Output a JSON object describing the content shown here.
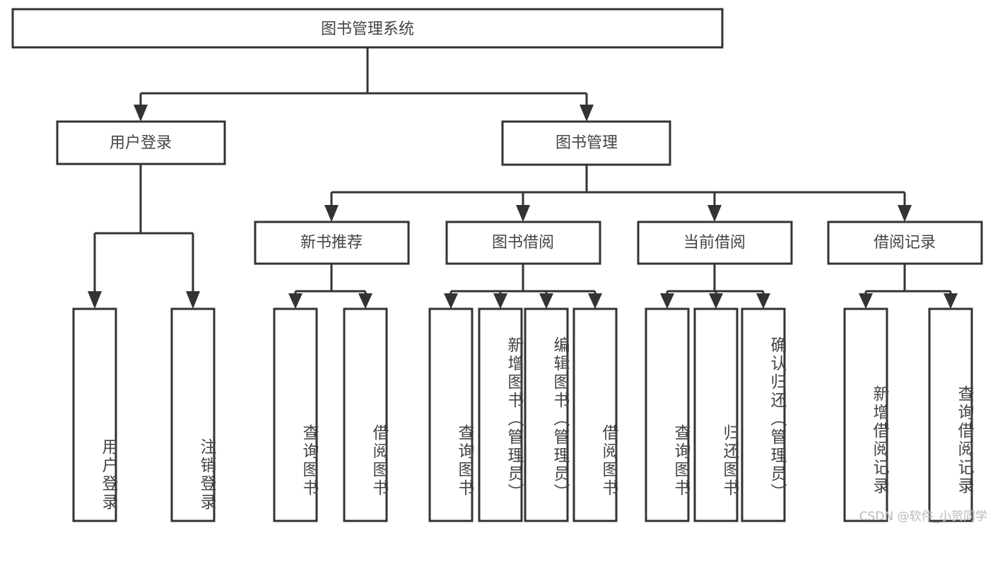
{
  "diagram": {
    "type": "tree-hierarchy-chart",
    "title": "图书管理系统",
    "orientation": "top-down",
    "colors": {
      "box_stroke": "#333333",
      "box_fill": "#ffffff",
      "text": "#444444",
      "connector": "#333333",
      "watermark": "#b9b9b9",
      "background": "#ffffff"
    },
    "root": {
      "label": "图书管理系统",
      "id": "root"
    },
    "level1": [
      {
        "id": "user-login",
        "label": "用户登录"
      },
      {
        "id": "book-management",
        "label": "图书管理"
      }
    ],
    "level2": [
      {
        "id": "new-book-recommend",
        "label": "新书推荐",
        "parent": "book-management"
      },
      {
        "id": "book-borrow",
        "label": "图书借阅",
        "parent": "book-management"
      },
      {
        "id": "current-borrow",
        "label": "当前借阅",
        "parent": "book-management"
      },
      {
        "id": "borrow-record",
        "label": "借阅记录",
        "parent": "book-management"
      }
    ],
    "leaves": {
      "user-login": [
        {
          "id": "leaf-user-login",
          "label": "用户登录"
        },
        {
          "id": "leaf-logout-login",
          "label": "注销登录"
        }
      ],
      "new-book-recommend": [
        {
          "id": "leaf-query-book-1",
          "label": "查询图书"
        },
        {
          "id": "leaf-borrow-book-1",
          "label": "借阅图书"
        }
      ],
      "book-borrow": [
        {
          "id": "leaf-query-book-2",
          "label": "查询图书"
        },
        {
          "id": "leaf-add-book",
          "label": "新增图书（管理员）"
        },
        {
          "id": "leaf-edit-book",
          "label": "编辑图书（管理员）"
        },
        {
          "id": "leaf-borrow-book-2",
          "label": "借阅图书"
        }
      ],
      "current-borrow": [
        {
          "id": "leaf-query-book-3",
          "label": "查询图书"
        },
        {
          "id": "leaf-return-book",
          "label": "归还图书"
        },
        {
          "id": "leaf-confirm-return",
          "label": "确认归还（管理员）"
        }
      ],
      "borrow-record": [
        {
          "id": "leaf-add-record",
          "label": "新增借阅记录"
        },
        {
          "id": "leaf-query-record",
          "label": "查询借阅记录"
        }
      ]
    }
  },
  "watermark": {
    "text": "CSDN @软件_小贺同学"
  }
}
